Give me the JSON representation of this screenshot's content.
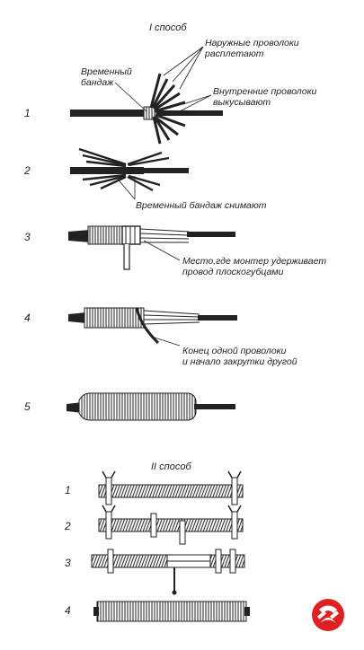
{
  "method1": {
    "title": "I способ",
    "steps": [
      "1",
      "2",
      "3",
      "4",
      "5"
    ],
    "labels": {
      "outer_wires": [
        "Наружные проволоки",
        "расплетают"
      ],
      "temp_band": [
        "Временный",
        "бандаж"
      ],
      "inner_wires": [
        "Внутренние проволоки",
        "выкусывают"
      ],
      "band_removed": "Временный бандаж снимают",
      "pliers_place": [
        "Место,где монтер удерживает",
        "провод плоскогубцами"
      ],
      "wire_end": [
        "Конец одной проволоки",
        "и начало закрутки другой"
      ]
    }
  },
  "method2": {
    "title": "II способ",
    "steps": [
      "1",
      "2",
      "3",
      "4"
    ]
  },
  "logo": {
    "name": "brand-logo",
    "color": "#e02020"
  },
  "colors": {
    "ink": "#222222",
    "accent": "#e02020"
  }
}
